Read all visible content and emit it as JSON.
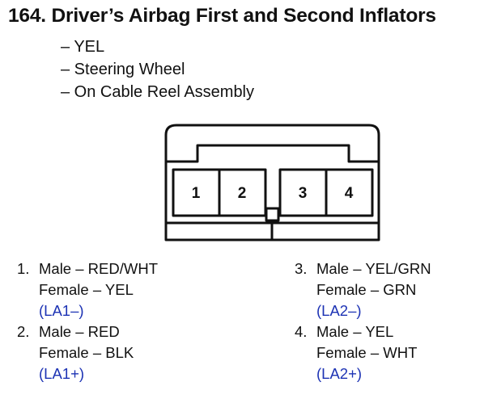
{
  "title": "164.  Driver’s Airbag First and Second Inflators",
  "subtitle_lines": [
    "– YEL",
    "– Steering Wheel",
    "– On Cable Reel Assembly"
  ],
  "connector": {
    "cavity_labels": [
      "1",
      "2",
      "3",
      "4"
    ]
  },
  "pins": [
    {
      "num": "1.",
      "male": "Male – RED/WHT",
      "female": "Female – YEL",
      "code": "(LA1–)"
    },
    {
      "num": "2.",
      "male": "Male – RED",
      "female": "Female – BLK",
      "code": "(LA1+)"
    },
    {
      "num": "3.",
      "male": "Male – YEL/GRN",
      "female": "Female – GRN",
      "code": "(LA2–)"
    },
    {
      "num": "4.",
      "male": "Male – YEL",
      "female": "Female – WHT",
      "code": "(LA2+)"
    }
  ],
  "colors": {
    "text": "#111111",
    "circuit_code": "#1d33b4",
    "line": "#111111"
  }
}
